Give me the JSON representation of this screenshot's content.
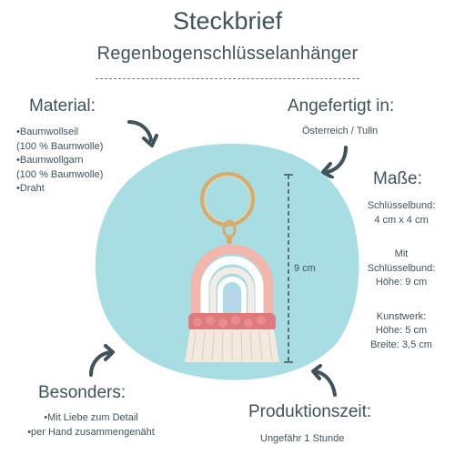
{
  "header": {
    "title": "Steckbrief",
    "subtitle": "Regenbogenschlüsselanhänger"
  },
  "material": {
    "heading": "Material:",
    "items": [
      "•Baumwollseil",
      "(100 % Baumwolle)",
      "•Baumwollgarn",
      "(100 % Baumwolle)",
      "•Draht"
    ]
  },
  "origin": {
    "heading": "Angefertigt in:",
    "text": "Österreich / Tulln"
  },
  "dimensions": {
    "heading": "Maße:",
    "lines": [
      "Schlüsselbund:",
      "4 cm x 4 cm",
      "",
      "Mit",
      "Schlüsselbund:",
      "Höhe: 9 cm",
      "",
      "Kunstwerk:",
      "Höhe: 5 cm",
      "Breite: 3,5 cm"
    ],
    "measure_label": "9 cm"
  },
  "special": {
    "heading": "Besonders:",
    "items": [
      "•Mit Liebe zum Detail",
      "•per Hand zusammengenäht"
    ]
  },
  "production": {
    "heading": "Produktionszeit:",
    "text": "Ungefähr 1 Stunde"
  },
  "colors": {
    "blob": "#a7dde3",
    "arrow": "#3f5358",
    "text": "#3f5358",
    "tassel_pink": "#de7a7c",
    "fringe": "#f3eadf",
    "ring_gold": "#d9aa6a"
  },
  "icons": [
    "curved-arrow-icon"
  ]
}
